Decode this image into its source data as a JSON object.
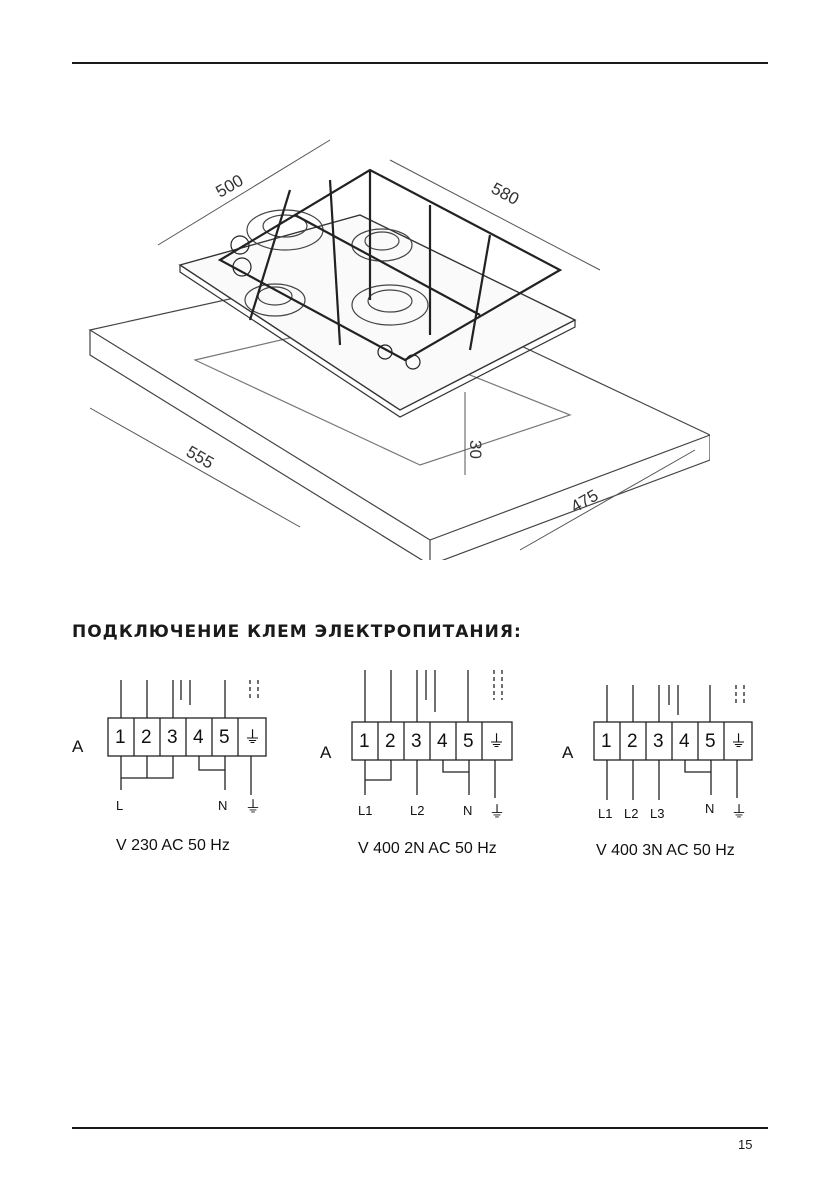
{
  "dimensions": {
    "width_top": "500",
    "depth_top": "580",
    "cutout_width": "555",
    "cutout_depth": "475",
    "thickness": "30"
  },
  "section_title": "ПОДКЛЮЧЕНИЕ КЛЕМ ЭЛЕКТРОПИТАНИЯ:",
  "diagrams": [
    {
      "side_label": "A",
      "terminals": [
        "1",
        "2",
        "3",
        "4",
        "5",
        "⏚"
      ],
      "wires": [
        "L",
        "N",
        "⏚"
      ],
      "caption": "V 230  AC  50 Hz"
    },
    {
      "side_label": "A",
      "terminals": [
        "1",
        "2",
        "3",
        "4",
        "5",
        "⏚"
      ],
      "wires": [
        "L1",
        "L2",
        "N",
        "⏚"
      ],
      "caption": "V 400  2N  AC  50 Hz"
    },
    {
      "side_label": "A",
      "terminals": [
        "1",
        "2",
        "3",
        "4",
        "5",
        "⏚"
      ],
      "wires": [
        "L1",
        "L2",
        "L3",
        "N",
        "⏚"
      ],
      "caption": "V 400  3N  AC  50 Hz"
    }
  ],
  "page_number": "15"
}
